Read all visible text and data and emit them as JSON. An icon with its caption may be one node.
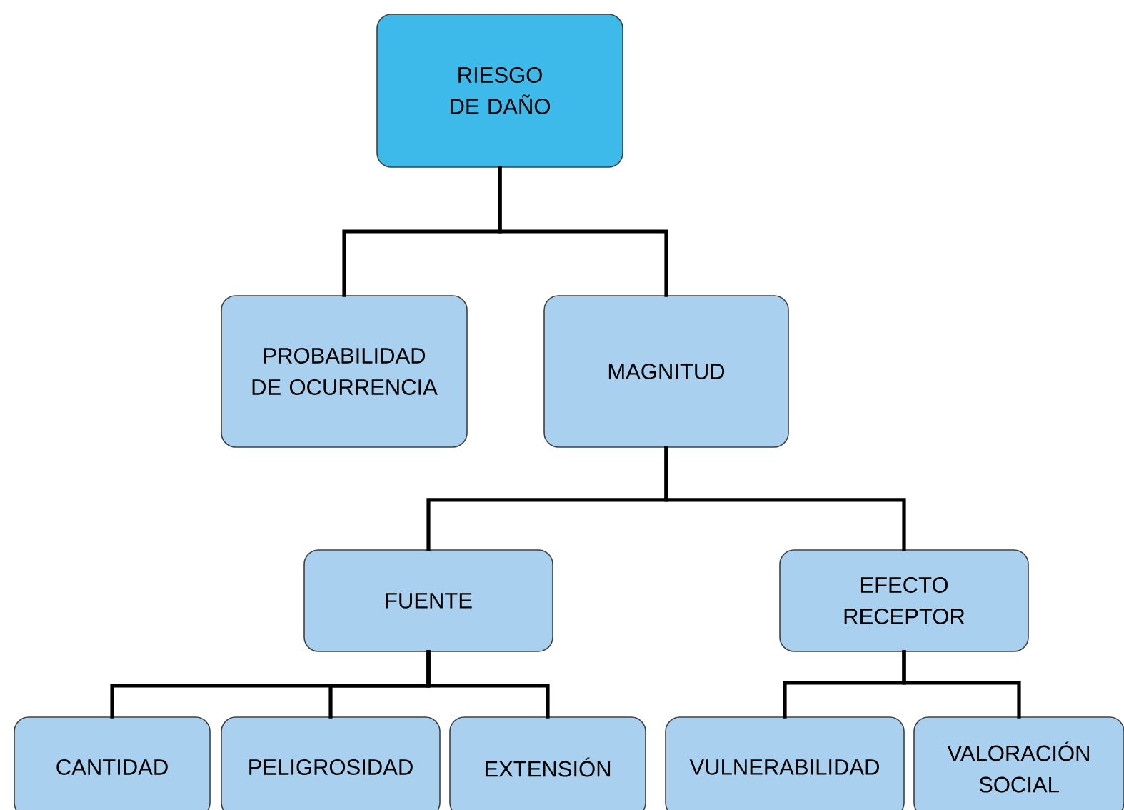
{
  "diagram": {
    "nodes": [
      {
        "text": [
          "RIESGO DE DAÑO"
        ]
      },
      {
        "text": [
          "PROBABILIDAD DE OCURRENCIA"
        ]
      },
      {
        "text": [
          "MAGNITUD"
        ]
      },
      {
        "text": [
          "FUENTE"
        ]
      },
      {
        "text": [
          "EFECTO RECEPTOR"
        ]
      },
      {
        "text": [
          "CANTIDAD"
        ]
      },
      {
        "text": [
          "PELIGROSIDAD"
        ]
      },
      {
        "text": [
          "EXTENSIÓN"
        ]
      },
      {
        "text": [
          "VULNERABILIDAD"
        ]
      },
      {
        "text": [
          "VALORACIÓN SOCIAL"
        ]
      }
    ],
    "edges": [
      {
        "from": 0,
        "to": 1,
        "arrow": "none"
      },
      {
        "from": 0,
        "to": 2,
        "arrow": "none"
      },
      {
        "from": 2,
        "to": 3,
        "arrow": "none"
      },
      {
        "from": 2,
        "to": 4,
        "arrow": "none"
      },
      {
        "from": 3,
        "to": 5,
        "arrow": "none"
      },
      {
        "from": 3,
        "to": 6,
        "arrow": "none"
      },
      {
        "from": 3,
        "to": 7,
        "arrow": "none"
      },
      {
        "from": 4,
        "to": 8,
        "arrow": "none"
      },
      {
        "from": 4,
        "to": 9,
        "arrow": "none"
      }
    ]
  }
}
